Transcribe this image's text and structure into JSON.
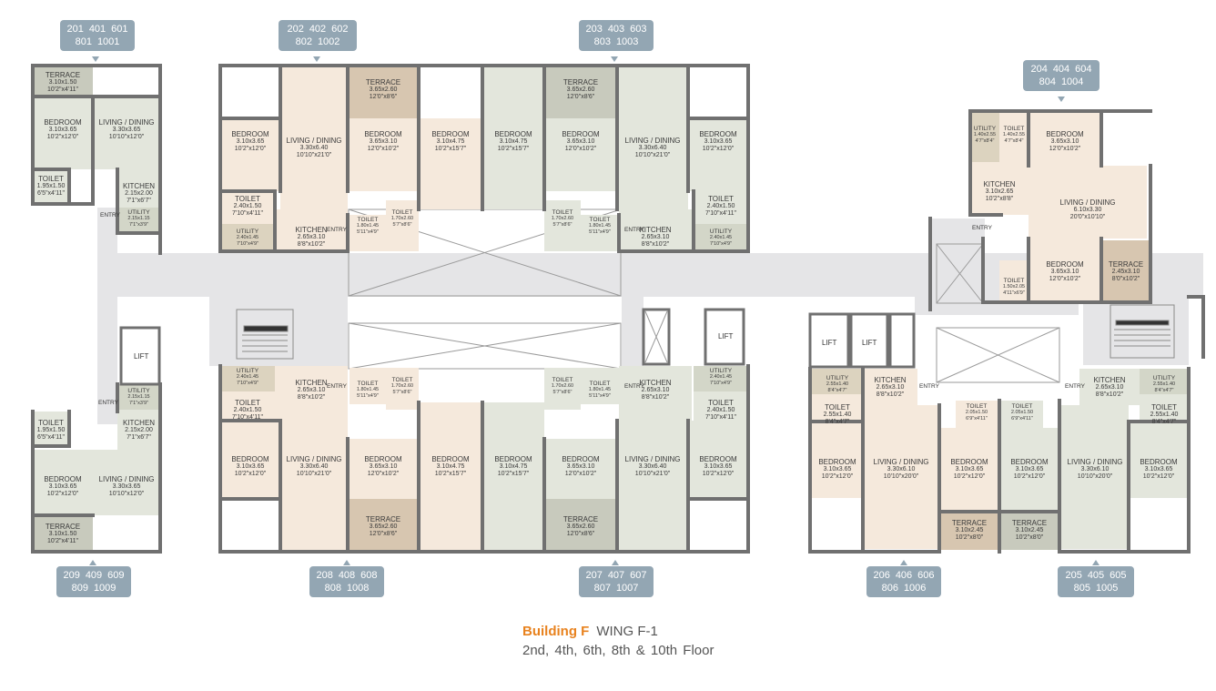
{
  "caption": {
    "building": "Building F",
    "wing": "WING F-1",
    "floors": "2nd, 4th, 6th, 8th & 10th Floor"
  },
  "colors": {
    "wall": "#707070",
    "corridor": "#e5e5e7",
    "living": "#f5e9dc",
    "green": "#e3e6dc",
    "terrace": "#d7c6b0",
    "terrace_green": "#c8cabd",
    "utility": "#dcd3bf",
    "utility_green": "#d3d6c8",
    "tag": "#93a6b3"
  },
  "unit_tags": [
    {
      "id": "t1",
      "lines": [
        [
          "201",
          "401",
          "601"
        ],
        [
          "801",
          "1001"
        ]
      ]
    },
    {
      "id": "t2",
      "lines": [
        [
          "202",
          "402",
          "602"
        ],
        [
          "802",
          "1002"
        ]
      ]
    },
    {
      "id": "t3",
      "lines": [
        [
          "203",
          "403",
          "603"
        ],
        [
          "803",
          "1003"
        ]
      ]
    },
    {
      "id": "t4",
      "lines": [
        [
          "204",
          "404",
          "604"
        ],
        [
          "804",
          "1004"
        ]
      ]
    },
    {
      "id": "t5",
      "lines": [
        [
          "209",
          "409",
          "609"
        ],
        [
          "809",
          "1009"
        ]
      ]
    },
    {
      "id": "t6",
      "lines": [
        [
          "208",
          "408",
          "608"
        ],
        [
          "808",
          "1008"
        ]
      ]
    },
    {
      "id": "t7",
      "lines": [
        [
          "207",
          "407",
          "607"
        ],
        [
          "807",
          "1007"
        ]
      ]
    },
    {
      "id": "t8",
      "lines": [
        [
          "206",
          "406",
          "606"
        ],
        [
          "806",
          "1006"
        ]
      ]
    },
    {
      "id": "t9",
      "lines": [
        [
          "205",
          "405",
          "605"
        ],
        [
          "805",
          "1005"
        ]
      ]
    }
  ],
  "rooms": [
    {
      "n": "TERRACE",
      "d": [
        "3.10x1.50",
        "10'2\"x4'11\""
      ]
    },
    {
      "n": "BEDROOM",
      "d": [
        "3.10x3.65",
        "10'2\"x12'0\""
      ]
    },
    {
      "n": "LIVING / DINING",
      "d": [
        "3.30x3.65",
        "10'10\"x12'0\""
      ]
    },
    {
      "n": "TOILET",
      "d": [
        "1.95x1.50",
        "6'5\"x4'11\""
      ]
    },
    {
      "n": "KITCHEN",
      "d": [
        "2.15x2.00",
        "7'1\"x6'7\""
      ]
    },
    {
      "n": "UTILITY",
      "d": [
        "2.15x1.15",
        "7'1\"x3'9\""
      ]
    },
    {
      "n": "TERRACE",
      "d": [
        "3.65x2.60",
        "12'0\"x8'6\""
      ]
    },
    {
      "n": "BEDROOM",
      "d": [
        "3.10x3.65",
        "10'2\"x12'0\""
      ]
    },
    {
      "n": "LIVING / DINING",
      "d": [
        "3.30x6.40",
        "10'10\"x21'0\""
      ]
    },
    {
      "n": "BEDROOM",
      "d": [
        "3.65x3.10",
        "12'0\"x10'2\""
      ]
    },
    {
      "n": "BEDROOM",
      "d": [
        "3.10x4.75",
        "10'2\"x15'7\""
      ]
    },
    {
      "n": "TOILET",
      "d": [
        "2.40x1.50",
        "7'10\"x4'11\""
      ]
    },
    {
      "n": "UTILITY",
      "d": [
        "2.40x1.45",
        "7'10\"x4'9\""
      ]
    },
    {
      "n": "KITCHEN",
      "d": [
        "2.65x3.10",
        "8'8\"x10'2\""
      ]
    },
    {
      "n": "TOILET",
      "d": [
        "1.80x1.45",
        "5'11\"x4'9\""
      ]
    },
    {
      "n": "TOILET",
      "d": [
        "1.70x2.60",
        "5'7\"x8'6\""
      ]
    },
    {
      "n": "BEDROOM",
      "d": [
        "3.10x4.75",
        "10'2\"x15'7\""
      ]
    },
    {
      "n": "BEDROOM",
      "d": [
        "3.65x3.10",
        "12'0\"x10'2\""
      ]
    },
    {
      "n": "TERRACE",
      "d": [
        "3.65x2.60",
        "12'0\"x8'6\""
      ]
    },
    {
      "n": "LIVING / DINING",
      "d": [
        "3.30x6.40",
        "10'10\"x21'0\""
      ]
    },
    {
      "n": "BEDROOM",
      "d": [
        "3.10x3.65",
        "10'2\"x12'0\""
      ]
    },
    {
      "n": "TOILET",
      "d": [
        "1.70x2.60",
        "5'7\"x8'6\""
      ]
    },
    {
      "n": "TOILET",
      "d": [
        "1.80x1.45",
        "5'11\"x4'9\""
      ]
    },
    {
      "n": "KITCHEN",
      "d": [
        "2.65x3.10",
        "8'8\"x10'2\""
      ]
    },
    {
      "n": "TOILET",
      "d": [
        "2.40x1.50",
        "7'10\"x4'11\""
      ]
    },
    {
      "n": "UTILITY",
      "d": [
        "2.40x1.45",
        "7'10\"x4'9\""
      ]
    },
    {
      "n": "UTILITY",
      "d": [
        "1.40x2.55",
        "4'7\"x8'4\""
      ]
    },
    {
      "n": "TOILET",
      "d": [
        "1.40x2.55",
        "4'7\"x8'4\""
      ]
    },
    {
      "n": "BEDROOM",
      "d": [
        "3.65x3.10",
        "12'0\"x10'2\""
      ]
    },
    {
      "n": "KITCHEN",
      "d": [
        "3.10x2.65",
        "10'2\"x8'8\""
      ]
    },
    {
      "n": "LIVING / DINING",
      "d": [
        "6.10x3.30",
        "20'0\"x10'10\""
      ]
    },
    {
      "n": "TOILET",
      "d": [
        "1.50x2.05",
        "4'11\"x6'9\""
      ]
    },
    {
      "n": "BEDROOM",
      "d": [
        "3.65x3.10",
        "12'0\"x10'2\""
      ]
    },
    {
      "n": "TERRACE",
      "d": [
        "2.45x3.10",
        "8'0\"x10'2\""
      ]
    },
    {
      "n": "UTILITY",
      "d": [
        "2.15x1.15",
        "7'1\"x3'9\""
      ]
    },
    {
      "n": "TOILET",
      "d": [
        "1.95x1.50",
        "6'5\"x4'11\""
      ]
    },
    {
      "n": "KITCHEN",
      "d": [
        "2.15x2.00",
        "7'1\"x6'7\""
      ]
    },
    {
      "n": "BEDROOM",
      "d": [
        "3.10x3.65",
        "10'2\"x12'0\""
      ]
    },
    {
      "n": "LIVING / DINING",
      "d": [
        "3.30x3.65",
        "10'10\"x12'0\""
      ]
    },
    {
      "n": "TERRACE",
      "d": [
        "3.10x1.50",
        "10'2\"x4'11\""
      ]
    },
    {
      "n": "UTILITY",
      "d": [
        "2.40x1.45",
        "7'10\"x4'9\""
      ]
    },
    {
      "n": "KITCHEN",
      "d": [
        "2.65x3.10",
        "8'8\"x10'2\""
      ]
    },
    {
      "n": "TOILET",
      "d": [
        "1.80x1.45",
        "5'11\"x4'9\""
      ]
    },
    {
      "n": "TOILET",
      "d": [
        "1.70x2.60",
        "5'7\"x8'6\""
      ]
    },
    {
      "n": "TOILET",
      "d": [
        "2.40x1.50",
        "7'10\"x4'11\""
      ]
    },
    {
      "n": "BEDROOM",
      "d": [
        "3.10x3.65",
        "10'2\"x12'0\""
      ]
    },
    {
      "n": "LIVING / DINING",
      "d": [
        "3.30x6.40",
        "10'10\"x21'0\""
      ]
    },
    {
      "n": "BEDROOM",
      "d": [
        "3.65x3.10",
        "12'0\"x10'2\""
      ]
    },
    {
      "n": "BEDROOM",
      "d": [
        "3.10x4.75",
        "10'2\"x15'7\""
      ]
    },
    {
      "n": "TERRACE",
      "d": [
        "3.65x2.60",
        "12'0\"x8'6\""
      ]
    },
    {
      "n": "TOILET",
      "d": [
        "1.70x2.60",
        "5'7\"x8'6\""
      ]
    },
    {
      "n": "TOILET",
      "d": [
        "1.80x1.45",
        "5'11\"x4'9\""
      ]
    },
    {
      "n": "KITCHEN",
      "d": [
        "2.65x3.10",
        "8'8\"x10'2\""
      ]
    },
    {
      "n": "UTILITY",
      "d": [
        "2.40x1.45",
        "7'10\"x4'9\""
      ]
    },
    {
      "n": "TOILET",
      "d": [
        "2.40x1.50",
        "7'10\"x4'11\""
      ]
    },
    {
      "n": "BEDROOM",
      "d": [
        "3.10x4.75",
        "10'2\"x15'7\""
      ]
    },
    {
      "n": "BEDROOM",
      "d": [
        "3.65x3.10",
        "12'0\"x10'2\""
      ]
    },
    {
      "n": "LIVING / DINING",
      "d": [
        "3.30x6.40",
        "10'10\"x21'0\""
      ]
    },
    {
      "n": "BEDROOM",
      "d": [
        "3.10x3.65",
        "10'2\"x12'0\""
      ]
    },
    {
      "n": "TERRACE",
      "d": [
        "3.65x2.60",
        "12'0\"x8'6\""
      ]
    },
    {
      "n": "UTILITY",
      "d": [
        "2.55x1.40",
        "8'4\"x4'7\""
      ]
    },
    {
      "n": "KITCHEN",
      "d": [
        "2.65x3.10",
        "8'8\"x10'2\""
      ]
    },
    {
      "n": "TOILET",
      "d": [
        "2.55x1.40",
        "8'4\"x4'7\""
      ]
    },
    {
      "n": "BEDROOM",
      "d": [
        "3.10x3.65",
        "10'2\"x12'0\""
      ]
    },
    {
      "n": "LIVING / DINING",
      "d": [
        "3.30x6.10",
        "10'10\"x20'0\""
      ]
    },
    {
      "n": "TOILET",
      "d": [
        "2.05x1.50",
        "6'9\"x4'11\""
      ]
    },
    {
      "n": "BEDROOM",
      "d": [
        "3.10x3.65",
        "10'2\"x12'0\""
      ]
    },
    {
      "n": "TERRACE",
      "d": [
        "3.10x2.45",
        "10'2\"x8'0\""
      ]
    },
    {
      "n": "TOILET",
      "d": [
        "2.05x1.50",
        "6'9\"x4'11\""
      ]
    },
    {
      "n": "BEDROOM",
      "d": [
        "3.10x3.65",
        "10'2\"x12'0\""
      ]
    },
    {
      "n": "TERRACE",
      "d": [
        "3.10x2.45",
        "10'2\"x8'0\""
      ]
    },
    {
      "n": "KITCHEN",
      "d": [
        "2.65x3.10",
        "8'8\"x10'2\""
      ]
    },
    {
      "n": "UTILITY",
      "d": [
        "2.55x1.40",
        "8'4\"x4'7\""
      ]
    },
    {
      "n": "TOILET",
      "d": [
        "2.55x1.40",
        "8'4\"x4'7\""
      ]
    },
    {
      "n": "LIVING / DINING",
      "d": [
        "3.30x6.10",
        "10'10\"x20'0\""
      ]
    },
    {
      "n": "BEDROOM",
      "d": [
        "3.10x3.65",
        "10'2\"x12'0\""
      ]
    }
  ],
  "labels": {
    "entry": "ENTRY",
    "lift": "LIFT"
  }
}
